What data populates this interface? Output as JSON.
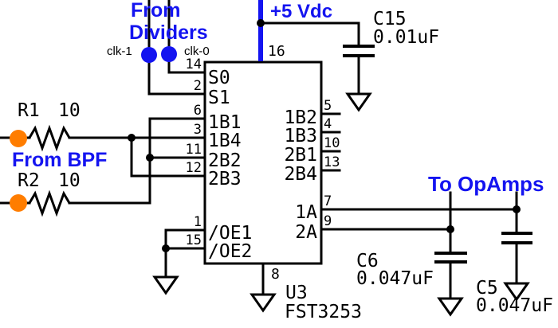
{
  "colors": {
    "wire": "#000000",
    "net_label_blue": "#1414f0",
    "terminal_orange": "#ff7d00",
    "background": "#ffffff"
  },
  "net_labels": {
    "from_dividers_1": "From",
    "from_dividers_2": "Dividers",
    "clk1": "clk-1",
    "clk0": "clk-0",
    "supply": "+5 Vdc",
    "from_bpf": "From BPF",
    "to_opamps": "To OpAmps"
  },
  "ic": {
    "designator": "U3",
    "part": "FST3253",
    "pins": {
      "s0": {
        "num": "14",
        "name": "S0"
      },
      "s1": {
        "num": "2",
        "name": "S1"
      },
      "b11": {
        "num": "6",
        "name": "1B1"
      },
      "b14": {
        "num": "3",
        "name": "1B4"
      },
      "b22": {
        "num": "11",
        "name": "2B2"
      },
      "b23": {
        "num": "12",
        "name": "2B3"
      },
      "oe1": {
        "num": "1",
        "name": "/OE1"
      },
      "oe2": {
        "num": "15",
        "name": "/OE2"
      },
      "b12": {
        "num": "5",
        "name": "1B2"
      },
      "b13": {
        "num": "4",
        "name": "1B3"
      },
      "b21": {
        "num": "10",
        "name": "2B1"
      },
      "b24": {
        "num": "13",
        "name": "2B4"
      },
      "a1": {
        "num": "7",
        "name": "1A"
      },
      "a2": {
        "num": "9",
        "name": "2A"
      },
      "vcc": {
        "num": "16"
      },
      "gnd": {
        "num": "8"
      }
    }
  },
  "resistors": {
    "r1": {
      "ref": "R1",
      "value": "10"
    },
    "r2": {
      "ref": "R2",
      "value": "10"
    }
  },
  "capacitors": {
    "c15": {
      "ref": "C15",
      "value": "0.01uF"
    },
    "c6": {
      "ref": "C6",
      "value": "0.047uF"
    },
    "c5": {
      "ref": "C5",
      "value": "0.047uF"
    }
  }
}
